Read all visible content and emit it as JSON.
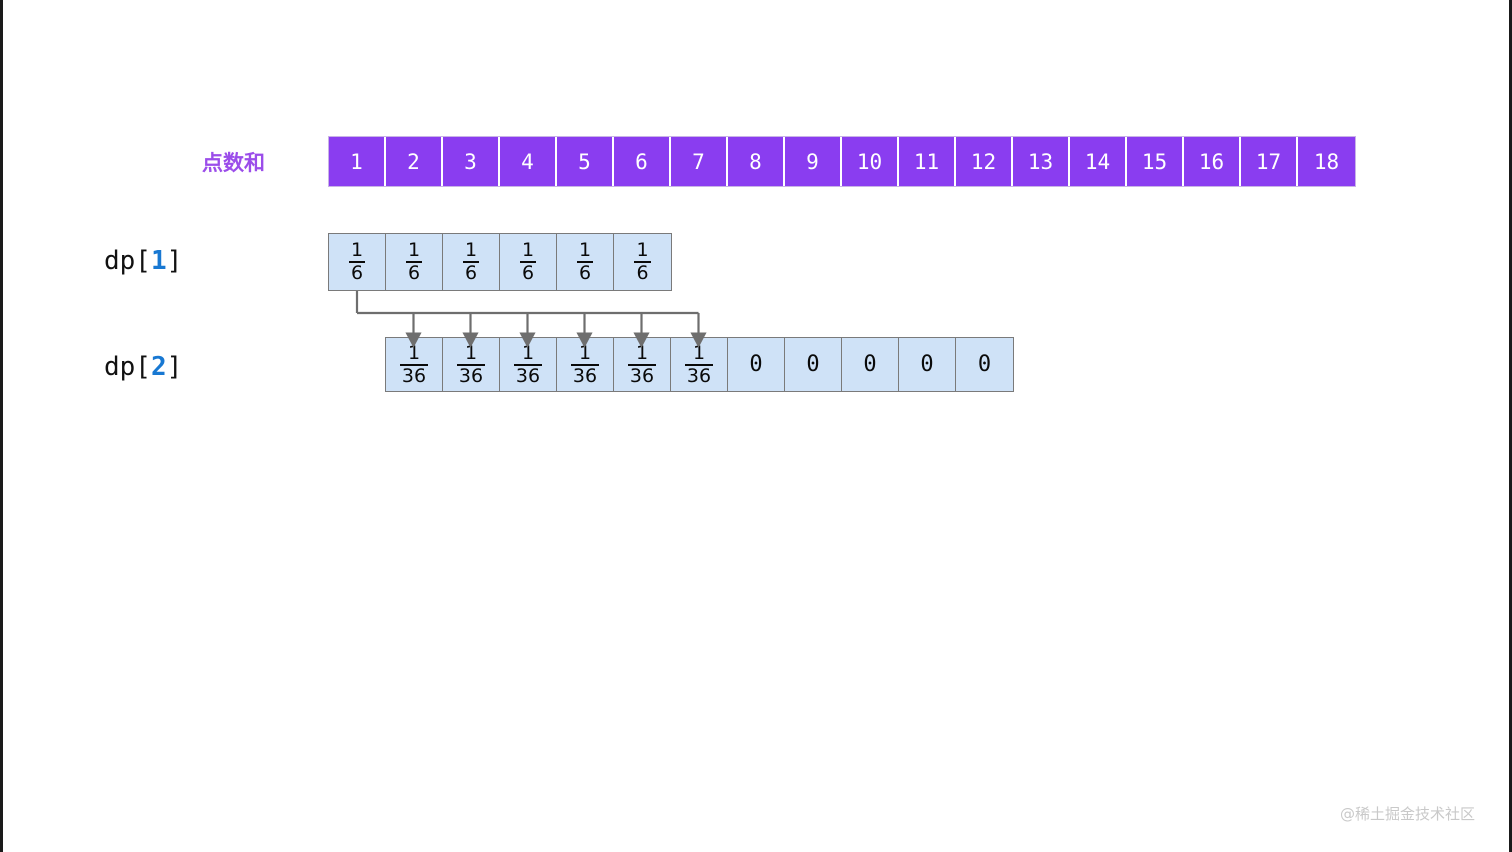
{
  "diagram": {
    "title_label": "点数和",
    "header_row": {
      "name": "sum-header-row",
      "cells": [
        "1",
        "2",
        "3",
        "4",
        "5",
        "6",
        "7",
        "8",
        "9",
        "10",
        "11",
        "12",
        "13",
        "14",
        "15",
        "16",
        "17",
        "18"
      ]
    },
    "rows": [
      {
        "label_prefix": "dp[",
        "label_index": "1",
        "label_suffix": "]",
        "cells": [
          {
            "type": "fraction",
            "num": "1",
            "den": "6"
          },
          {
            "type": "fraction",
            "num": "1",
            "den": "6"
          },
          {
            "type": "fraction",
            "num": "1",
            "den": "6"
          },
          {
            "type": "fraction",
            "num": "1",
            "den": "6"
          },
          {
            "type": "fraction",
            "num": "1",
            "den": "6"
          },
          {
            "type": "fraction",
            "num": "1",
            "den": "6"
          }
        ]
      },
      {
        "label_prefix": "dp[",
        "label_index": "2",
        "label_suffix": "]",
        "cells": [
          {
            "type": "fraction",
            "num": "1",
            "den": "36"
          },
          {
            "type": "fraction",
            "num": "1",
            "den": "36"
          },
          {
            "type": "fraction",
            "num": "1",
            "den": "36"
          },
          {
            "type": "fraction",
            "num": "1",
            "den": "36"
          },
          {
            "type": "fraction",
            "num": "1",
            "den": "36"
          },
          {
            "type": "fraction",
            "num": "1",
            "den": "36"
          },
          {
            "type": "value",
            "text": "0"
          },
          {
            "type": "value",
            "text": "0"
          },
          {
            "type": "value",
            "text": "0"
          },
          {
            "type": "value",
            "text": "0"
          },
          {
            "type": "value",
            "text": "0"
          }
        ]
      }
    ],
    "arrow_count": 6,
    "colors": {
      "header_cell": "#8a3df0",
      "header_label": "#9b4dea",
      "value_cell": "#cfe2f7",
      "value_border": "#7a7a7a",
      "index_accent": "#1878d2",
      "arrow": "#6e6e6e",
      "background": "#ffffff"
    }
  },
  "watermark": {
    "text": "@稀土掘金技术社区"
  }
}
